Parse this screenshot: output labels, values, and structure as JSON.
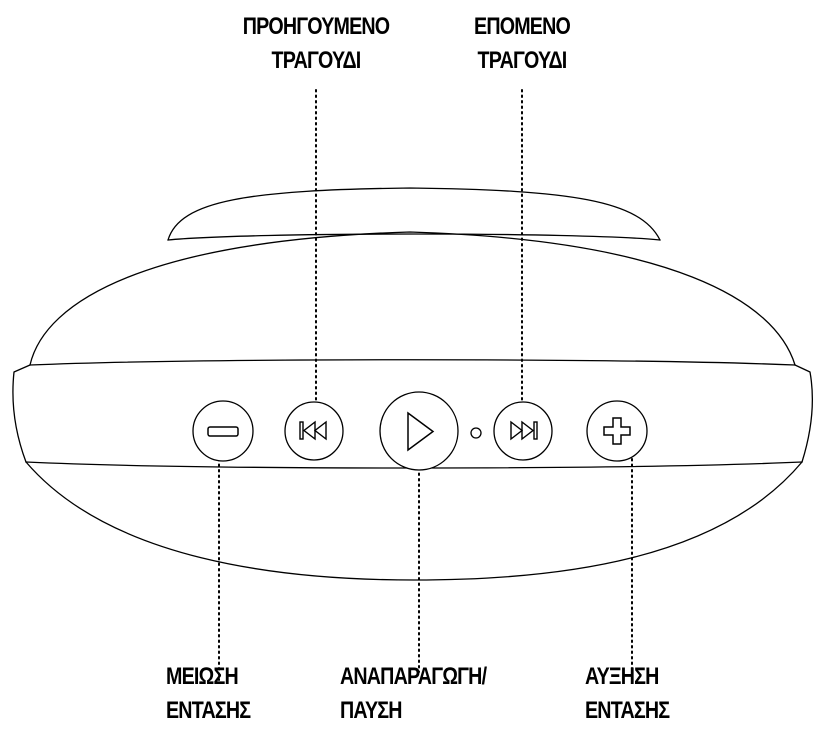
{
  "labels": {
    "previous_track": {
      "line1": "ΠΡΟΗΓΟΥΜΕΝΟ",
      "line2": "ΤΡΑΓΟΥΔΙ"
    },
    "next_track": {
      "line1": "ΕΠΟΜΕΝΟ",
      "line2": "ΤΡΑΓΟΥΔΙ"
    },
    "volume_down": {
      "line1": "ΜΕΙΩΣΗ",
      "line2": "ΕΝΤΑΣΗΣ"
    },
    "play_pause": {
      "line1": "ΑΝΑΠΑΡΑΓΩΓΗ/",
      "line2": "ΠΑΥΣΗ"
    },
    "volume_up": {
      "line1": "ΑΥΞΗΣΗ",
      "line2": "ΕΝΤΑΣΗΣ"
    }
  },
  "buttons": [
    {
      "name": "volume-down-button",
      "icon": "minus-icon"
    },
    {
      "name": "previous-track-button",
      "icon": "skip-back-icon"
    },
    {
      "name": "play-pause-button",
      "icon": "play-icon"
    },
    {
      "name": "status-led",
      "icon": "led-indicator-icon"
    },
    {
      "name": "next-track-button",
      "icon": "skip-forward-icon"
    },
    {
      "name": "volume-up-button",
      "icon": "plus-icon"
    }
  ],
  "colors": {
    "line": "#000000",
    "background": "#ffffff"
  }
}
